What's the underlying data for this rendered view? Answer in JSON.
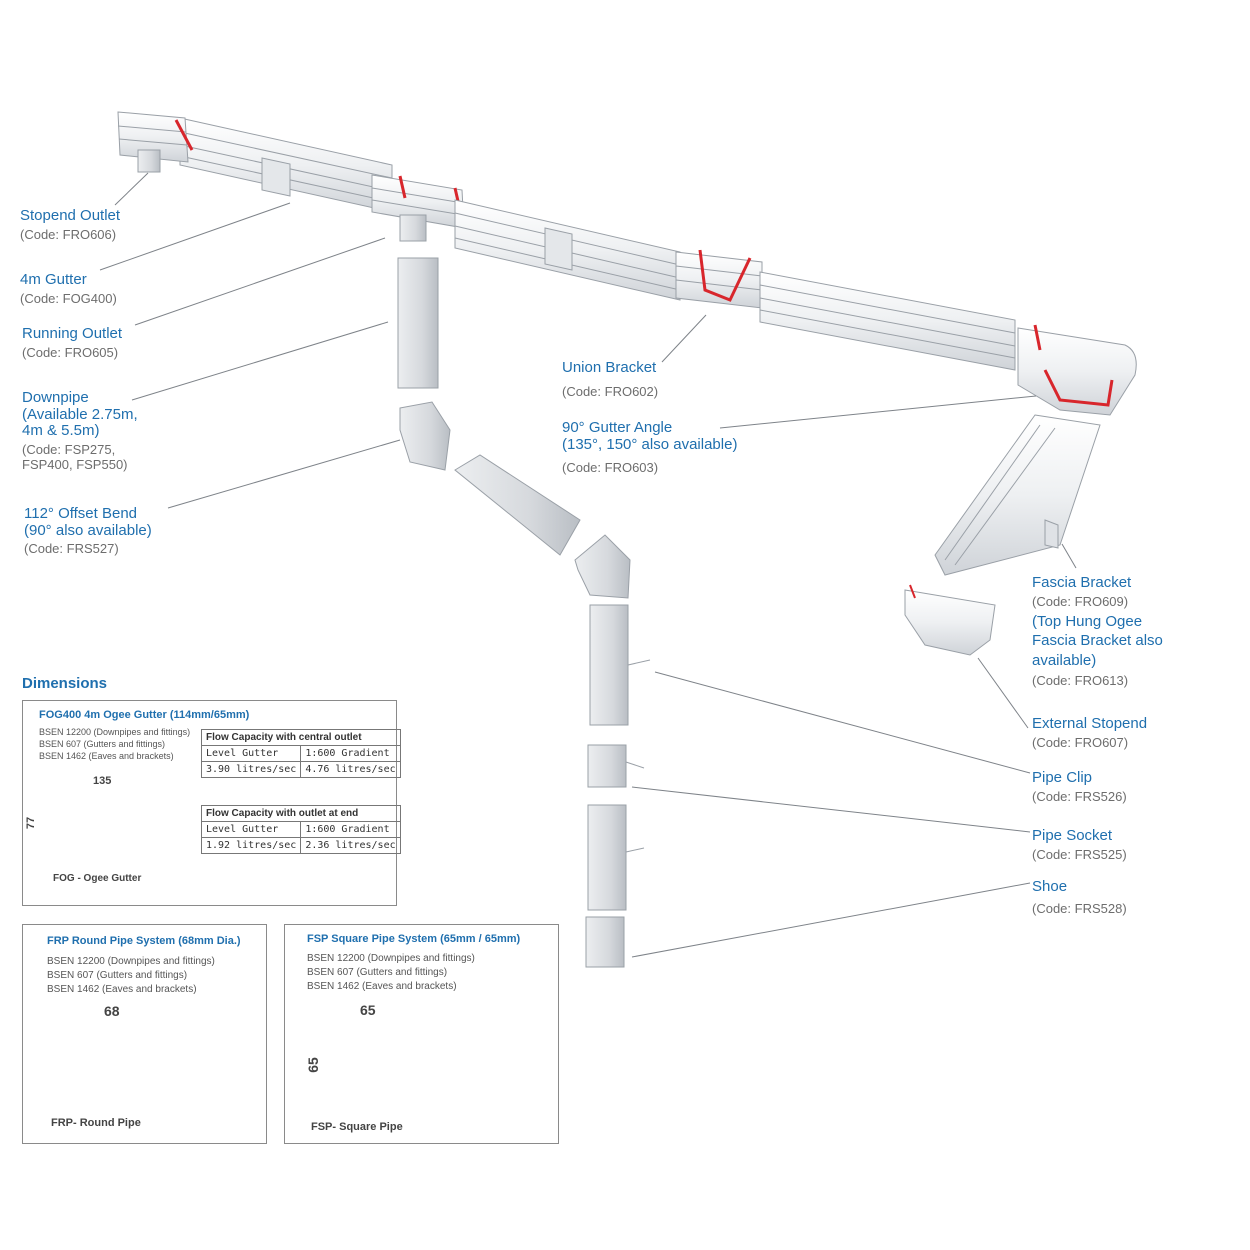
{
  "labels": {
    "stopend_outlet": {
      "title": "Stopend Outlet",
      "code": "(Code: FRO606)"
    },
    "gutter_4m": {
      "title": "4m Gutter",
      "code": "(Code: FOG400)"
    },
    "running_outlet": {
      "title": "Running Outlet",
      "code": "(Code: FRO605)"
    },
    "downpipe": {
      "title": "Downpipe",
      "line2": "(Available 2.75m,",
      "line3": "4m & 5.5m)",
      "code": "(Code: FSP275,",
      "code2": "FSP400, FSP550)"
    },
    "offset_bend": {
      "title": "112° Offset Bend",
      "line2": "(90° also available)",
      "code": "(Code: FRS527)"
    },
    "union_bracket": {
      "title": "Union Bracket",
      "code": "(Code: FRO602)"
    },
    "gutter_angle": {
      "title": "90° Gutter Angle",
      "line2": "(135°, 150° also available)",
      "code": "(Code: FRO603)"
    },
    "fascia_bracket": {
      "title": "Fascia Bracket",
      "code": "(Code: FRO609)",
      "note1": "(Top Hung Ogee",
      "note2": "Fascia Bracket also",
      "note3": "available)",
      "note_code": "(Code: FRO613)"
    },
    "external_stopend": {
      "title": "External Stopend",
      "code": "(Code: FRO607)"
    },
    "pipe_clip": {
      "title": "Pipe Clip",
      "code": "(Code: FRS526)"
    },
    "pipe_socket": {
      "title": "Pipe Socket",
      "code": "(Code: FRS525)"
    },
    "shoe": {
      "title": "Shoe",
      "code": "(Code: FRS528)"
    }
  },
  "dimensions": {
    "heading": "Dimensions",
    "fog_box": {
      "title": "FOG400 4m Ogee Gutter (114mm/65mm)",
      "standards": [
        "BSEN 12200 (Downpipes and fittings)",
        "BSEN 607 (Gutters and fittings)",
        "BSEN 1462 (Eaves and brackets)"
      ],
      "width": "135",
      "depth": "77",
      "caption": "FOG - Ogee Gutter",
      "table_central": {
        "header": "Flow Capacity with central outlet",
        "cols": [
          "Level Gutter",
          "1:600 Gradient"
        ],
        "vals": [
          "3.90 litres/sec",
          "4.76 litres/sec"
        ]
      },
      "table_end": {
        "header": "Flow Capacity with outlet at end",
        "cols": [
          "Level Gutter",
          "1:600 Gradient"
        ],
        "vals": [
          "1.92 litres/sec",
          "2.36 litres/sec"
        ]
      }
    },
    "frp_box": {
      "title": "FRP Round Pipe System (68mm Dia.)",
      "standards": [
        "BSEN 12200 (Downpipes and fittings)",
        "BSEN 607 (Gutters and fittings)",
        "BSEN 1462 (Eaves and brackets)"
      ],
      "diameter": "68",
      "caption": "FRP- Round Pipe"
    },
    "fsp_box": {
      "title": "FSP Square Pipe System (65mm / 65mm)",
      "standards": [
        "BSEN 12200 (Downpipes and fittings)",
        "BSEN 607 (Gutters and fittings)",
        "BSEN 1462 (Eaves and brackets)"
      ],
      "width": "65",
      "height": "65",
      "caption": "FSP- Square Pipe"
    }
  },
  "colors": {
    "label_blue": "#1f6fae",
    "code_grey": "#6d6d6d",
    "gutter_white": "#f4f5f6",
    "pipe_grey": "#dcdee1",
    "accent_red": "#d8262c"
  }
}
